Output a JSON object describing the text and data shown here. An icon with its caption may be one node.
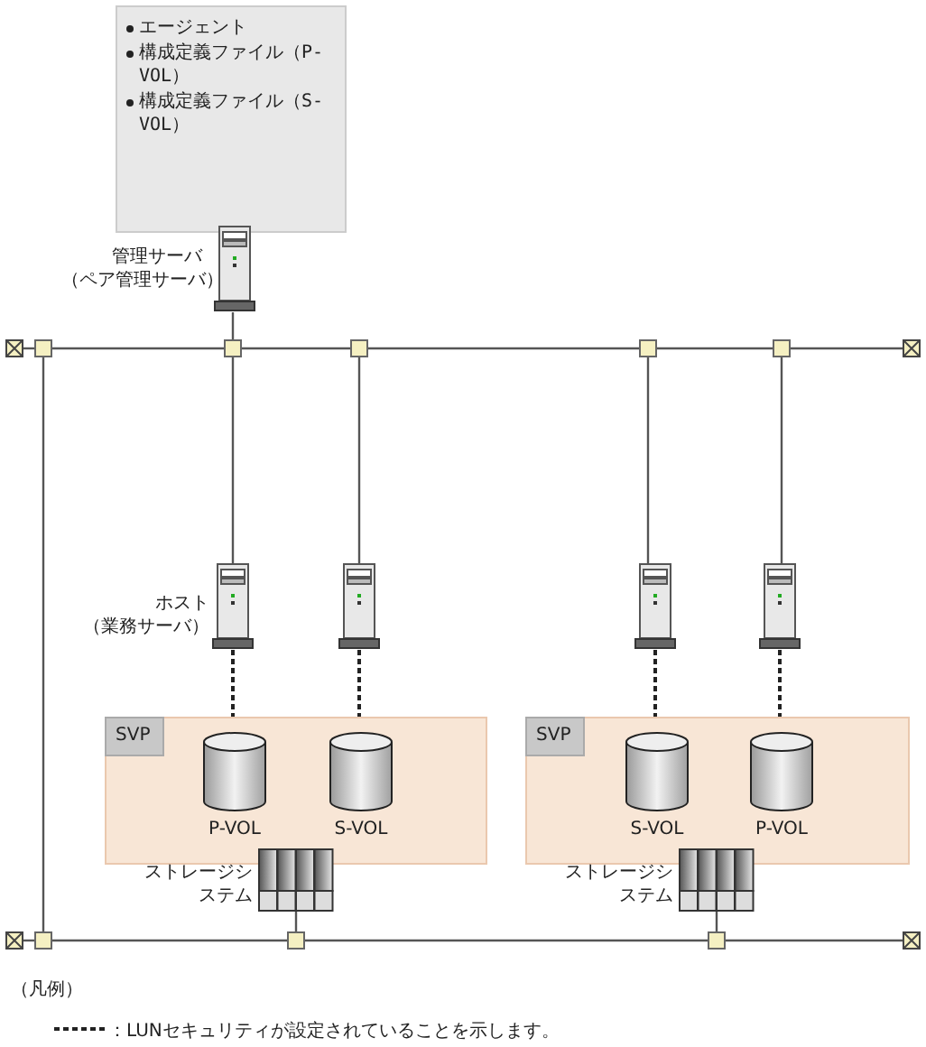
{
  "diagram": {
    "nodes": [
      {
        "text": [
          "エージェント",
          "構成定義ファイル（P-VOL）",
          "構成定義ファイル（S-VOL）"
        ]
      },
      {
        "text": [],
        "shape": "server",
        "beside": [
          "管理サーバ（ペア管理サーバ）"
        ]
      },
      {
        "text": [],
        "shape": "crossed-square"
      },
      {
        "text": [],
        "shape": "square"
      },
      {
        "text": [],
        "shape": "square"
      },
      {
        "text": [],
        "shape": "square"
      },
      {
        "text": [],
        "shape": "square"
      },
      {
        "text": [],
        "shape": "square"
      },
      {
        "text": [],
        "shape": "crossed-square"
      },
      {
        "text": [],
        "shape": "server",
        "beside": [
          "ホスト（業務サーバ）"
        ]
      },
      {
        "text": [],
        "shape": "server"
      },
      {
        "text": [],
        "shape": "server"
      },
      {
        "text": [],
        "shape": "server"
      },
      {
        "text": [
          "SVP"
        ]
      },
      {
        "text": [],
        "shape": "cylinder",
        "beside": [
          "P-VOL"
        ],
        "in": 13
      },
      {
        "text": [],
        "shape": "cylinder",
        "beside": [
          "S-VOL"
        ],
        "in": 13
      },
      {
        "text": [
          "SVP"
        ]
      },
      {
        "text": [],
        "shape": "cylinder",
        "beside": [
          "S-VOL"
        ],
        "in": 16
      },
      {
        "text": [],
        "shape": "cylinder",
        "beside": [
          "P-VOL"
        ],
        "in": 16
      },
      {
        "text": [],
        "shape": "rack",
        "beside": [
          "ストレージシステム"
        ]
      },
      {
        "text": [],
        "shape": "rack",
        "beside": [
          "ストレージシステム"
        ]
      },
      {
        "text": [],
        "shape": "crossed-square"
      },
      {
        "text": [],
        "shape": "square"
      },
      {
        "text": [],
        "shape": "square"
      },
      {
        "text": [],
        "shape": "square"
      },
      {
        "text": [],
        "shape": "crossed-square"
      }
    ],
    "edges": [
      {
        "from": 2,
        "to": 3,
        "arrow": "none"
      },
      {
        "from": 3,
        "to": 4,
        "arrow": "none"
      },
      {
        "from": 4,
        "to": 5,
        "arrow": "none"
      },
      {
        "from": 5,
        "to": 6,
        "arrow": "none"
      },
      {
        "from": 6,
        "to": 7,
        "arrow": "none"
      },
      {
        "from": 7,
        "to": 8,
        "arrow": "none"
      },
      {
        "from": 1,
        "to": 4,
        "arrow": "none"
      },
      {
        "from": 9,
        "to": 4,
        "arrow": "none"
      },
      {
        "from": 10,
        "to": 5,
        "arrow": "none"
      },
      {
        "from": 11,
        "to": 6,
        "arrow": "none"
      },
      {
        "from": 12,
        "to": 7,
        "arrow": "none"
      },
      {
        "from": 3,
        "to": 22,
        "arrow": "none"
      },
      {
        "from": 9,
        "to": 14,
        "arrow": "none",
        "style": "dashed"
      },
      {
        "from": 10,
        "to": 15,
        "arrow": "none",
        "style": "dashed"
      },
      {
        "from": 11,
        "to": 17,
        "arrow": "none",
        "style": "dashed"
      },
      {
        "from": 12,
        "to": 18,
        "arrow": "none",
        "style": "dashed"
      },
      {
        "from": 21,
        "to": 22,
        "arrow": "none"
      },
      {
        "from": 22,
        "to": 23,
        "arrow": "none"
      },
      {
        "from": 23,
        "to": 24,
        "arrow": "none"
      },
      {
        "from": 24,
        "to": 25,
        "arrow": "none"
      },
      {
        "from": 19,
        "to": 23,
        "arrow": "none"
      },
      {
        "from": 20,
        "to": 24,
        "arrow": "none"
      }
    ],
    "labels": [
      "（凡例）"
    ],
    "legend": [
      {
        "text": "：LUNセキュリティが設定されていることを示します。"
      }
    ]
  }
}
